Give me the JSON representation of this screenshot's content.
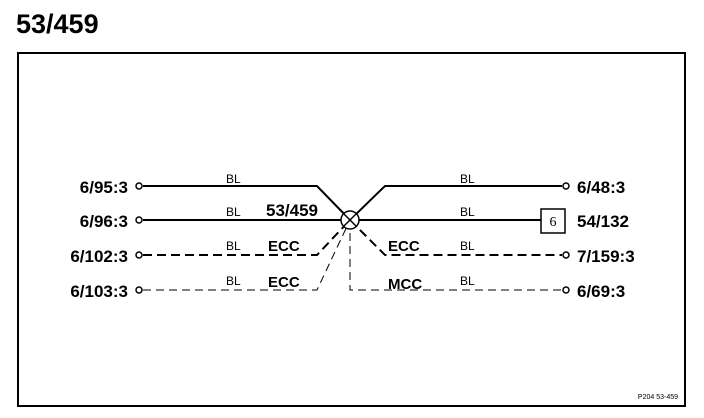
{
  "title": "53/459",
  "splice": {
    "label": "53/459"
  },
  "left_connectors": [
    "6/95:3",
    "6/96:3",
    "6/102:3",
    "6/103:3"
  ],
  "right_connectors": [
    "6/48:3",
    "54/132",
    "7/159:3",
    "6/69:3"
  ],
  "wires": {
    "color_label": "BL",
    "ecc_label": "ECC",
    "mcc_label": "MCC"
  },
  "box_marker": "6",
  "drawing_ref": "P204  53-459"
}
